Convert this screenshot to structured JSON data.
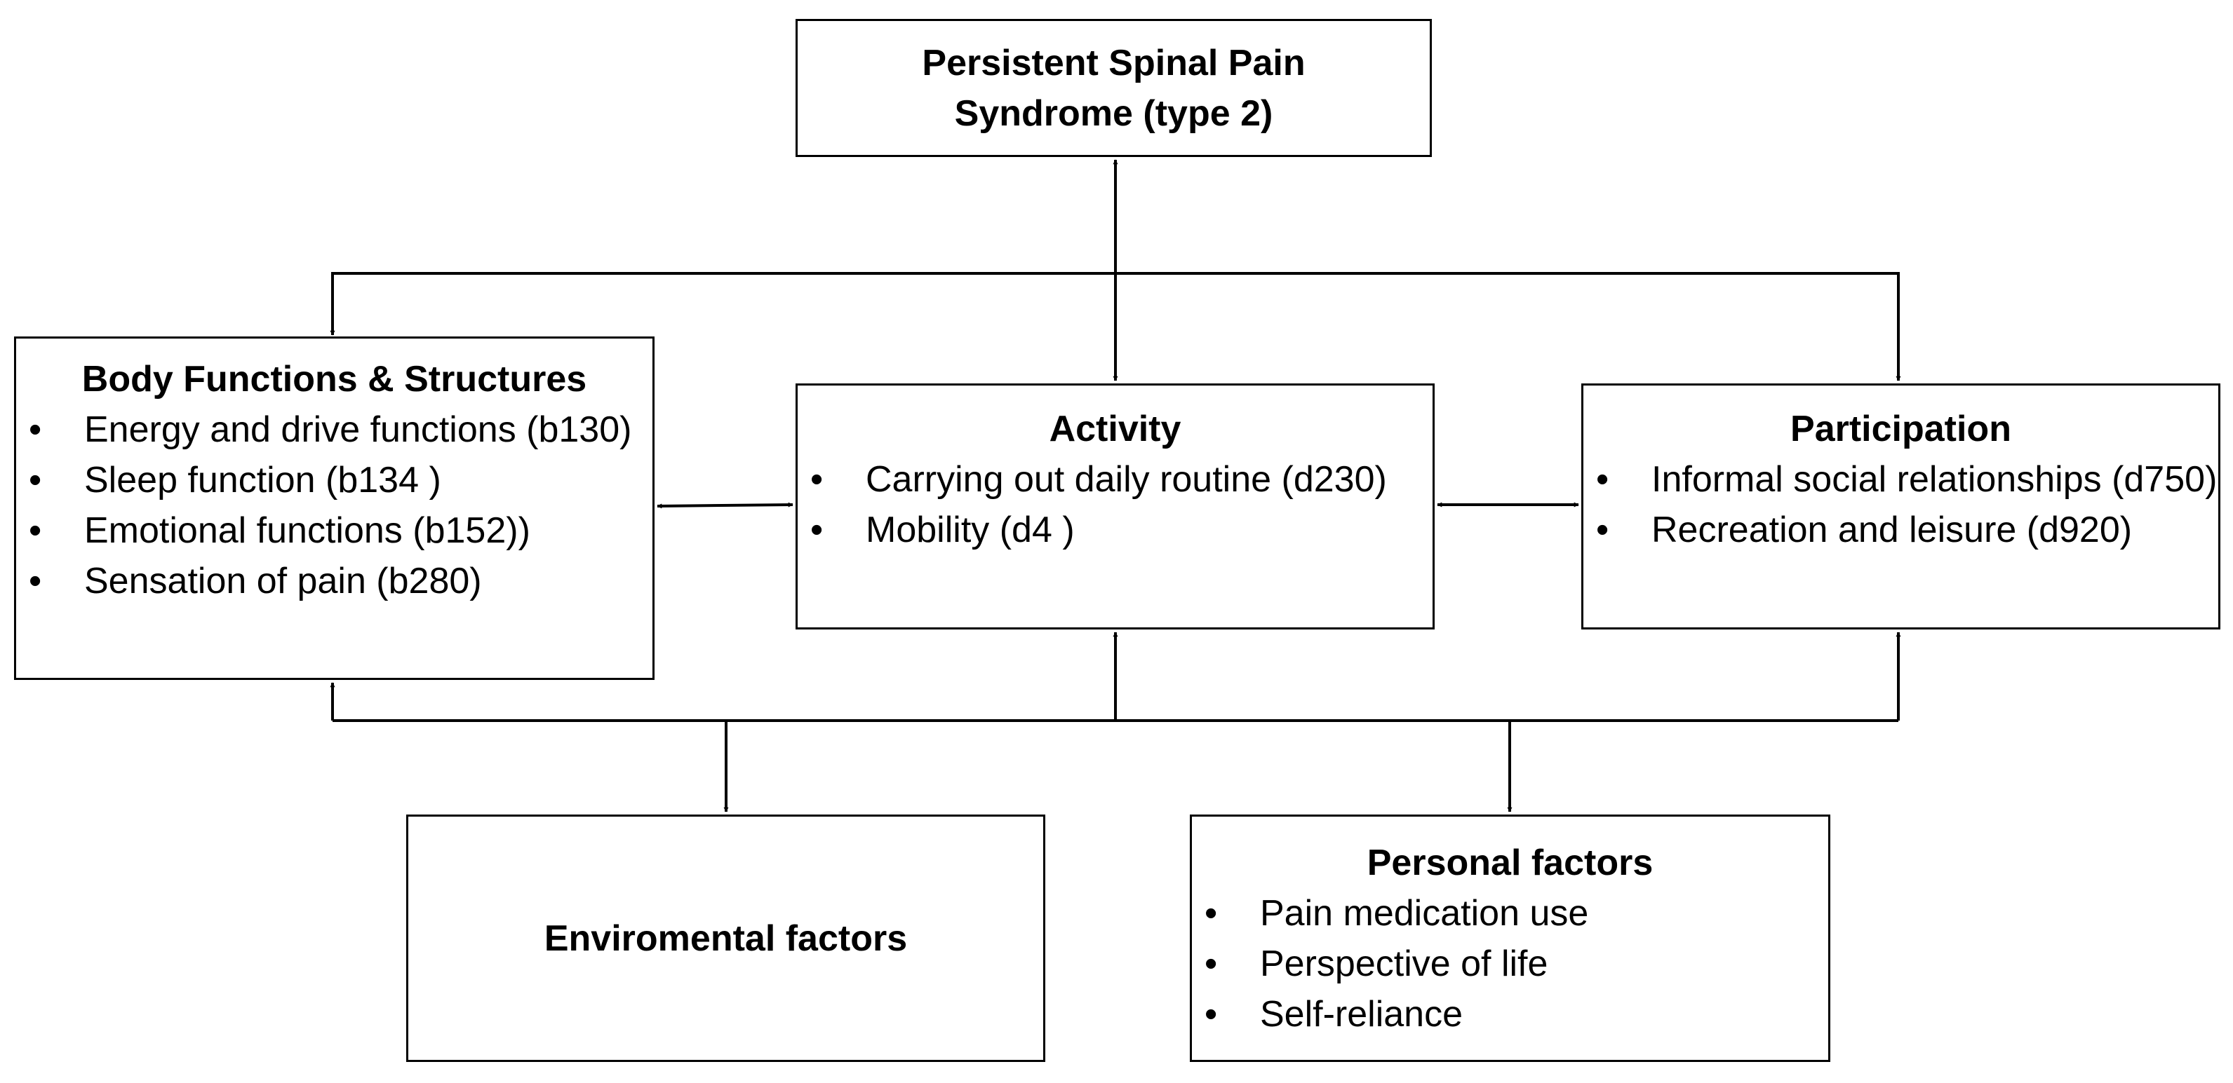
{
  "boxes": {
    "ppss": {
      "title_line1": "Persistent Spinal Pain",
      "title_line2": "Syndrome (type 2)"
    },
    "body_functions": {
      "title": "Body Functions & Structures",
      "items": [
        "Energy and drive functions (b130)",
        "Sleep function (b134 )",
        "Emotional functions (b152))",
        "Sensation of pain (b280)"
      ]
    },
    "activity": {
      "title": "Activity",
      "items": [
        "Carrying out daily routine (d230)",
        "Mobility (d4 )"
      ]
    },
    "participation": {
      "title": "Participation",
      "items": [
        "Informal social relationships (d750)",
        "Recreation and leisure (d920)"
      ]
    },
    "environmental": {
      "title": "Enviromental factors"
    },
    "personal": {
      "title": "Personal factors",
      "items": [
        "Pain medication use",
        "Perspective of life",
        "Self-reliance"
      ]
    }
  }
}
